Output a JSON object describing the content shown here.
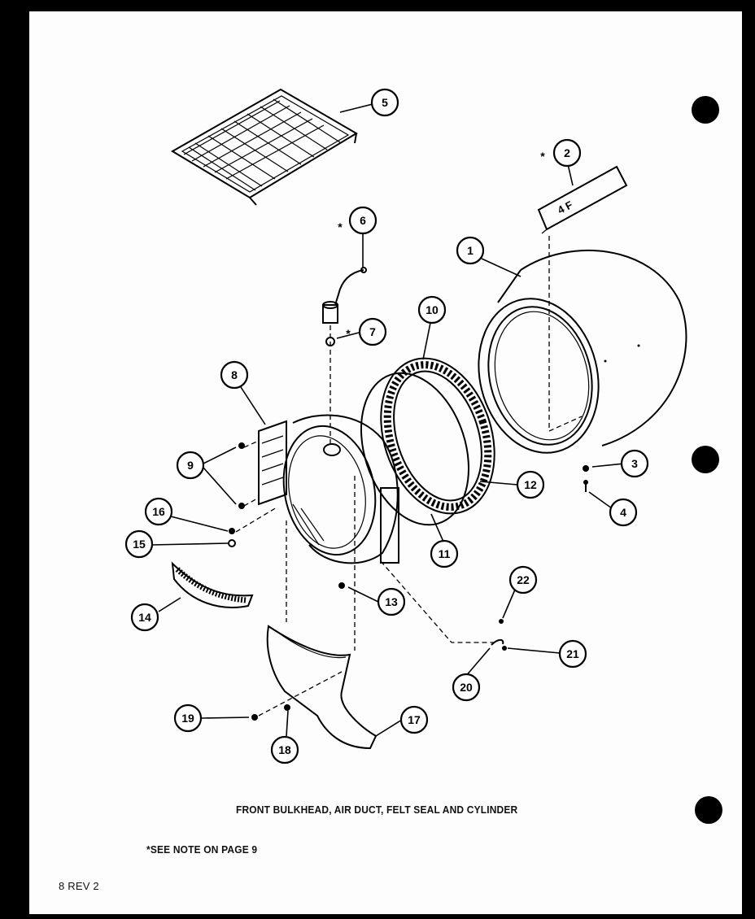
{
  "diagram": {
    "title": "FRONT BULKHEAD, AIR DUCT, FELT SEAL AND CYLINDER",
    "note": "*SEE NOTE ON PAGE 9",
    "page_mark": "8 REV 2",
    "tag_text": "4 F",
    "callouts": [
      {
        "id": "1",
        "label": "1",
        "asterisk": false
      },
      {
        "id": "2",
        "label": "2",
        "asterisk": true
      },
      {
        "id": "3",
        "label": "3",
        "asterisk": false
      },
      {
        "id": "4",
        "label": "4",
        "asterisk": false
      },
      {
        "id": "5",
        "label": "5",
        "asterisk": false
      },
      {
        "id": "6",
        "label": "6",
        "asterisk": true
      },
      {
        "id": "7",
        "label": "7",
        "asterisk": true
      },
      {
        "id": "8",
        "label": "8",
        "asterisk": false
      },
      {
        "id": "9",
        "label": "9",
        "asterisk": false
      },
      {
        "id": "10",
        "label": "10",
        "asterisk": false
      },
      {
        "id": "11",
        "label": "11",
        "asterisk": false
      },
      {
        "id": "12",
        "label": "12",
        "asterisk": false
      },
      {
        "id": "13",
        "label": "13",
        "asterisk": false
      },
      {
        "id": "14",
        "label": "14",
        "asterisk": false
      },
      {
        "id": "15",
        "label": "15",
        "asterisk": false
      },
      {
        "id": "16",
        "label": "16",
        "asterisk": false
      },
      {
        "id": "17",
        "label": "17",
        "asterisk": false
      },
      {
        "id": "18",
        "label": "18",
        "asterisk": false
      },
      {
        "id": "19",
        "label": "19",
        "asterisk": false
      },
      {
        "id": "20",
        "label": "20",
        "asterisk": false
      },
      {
        "id": "21",
        "label": "21",
        "asterisk": false
      },
      {
        "id": "22",
        "label": "22",
        "asterisk": false
      }
    ]
  }
}
